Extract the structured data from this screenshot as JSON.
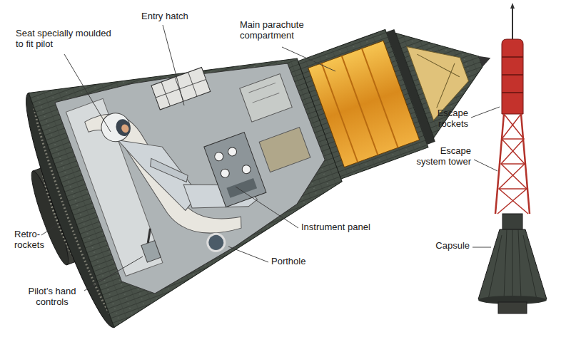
{
  "diagram": {
    "labels": [
      "Seat specially moulded to fit pilot",
      "Entry hatch",
      "Main parachute compartment",
      "Escape rockets",
      "Escape system tower",
      "Capsule",
      "Instrument panel",
      "Retro- rockets",
      "Porthole",
      "Pilot’s hand controls"
    ]
  }
}
